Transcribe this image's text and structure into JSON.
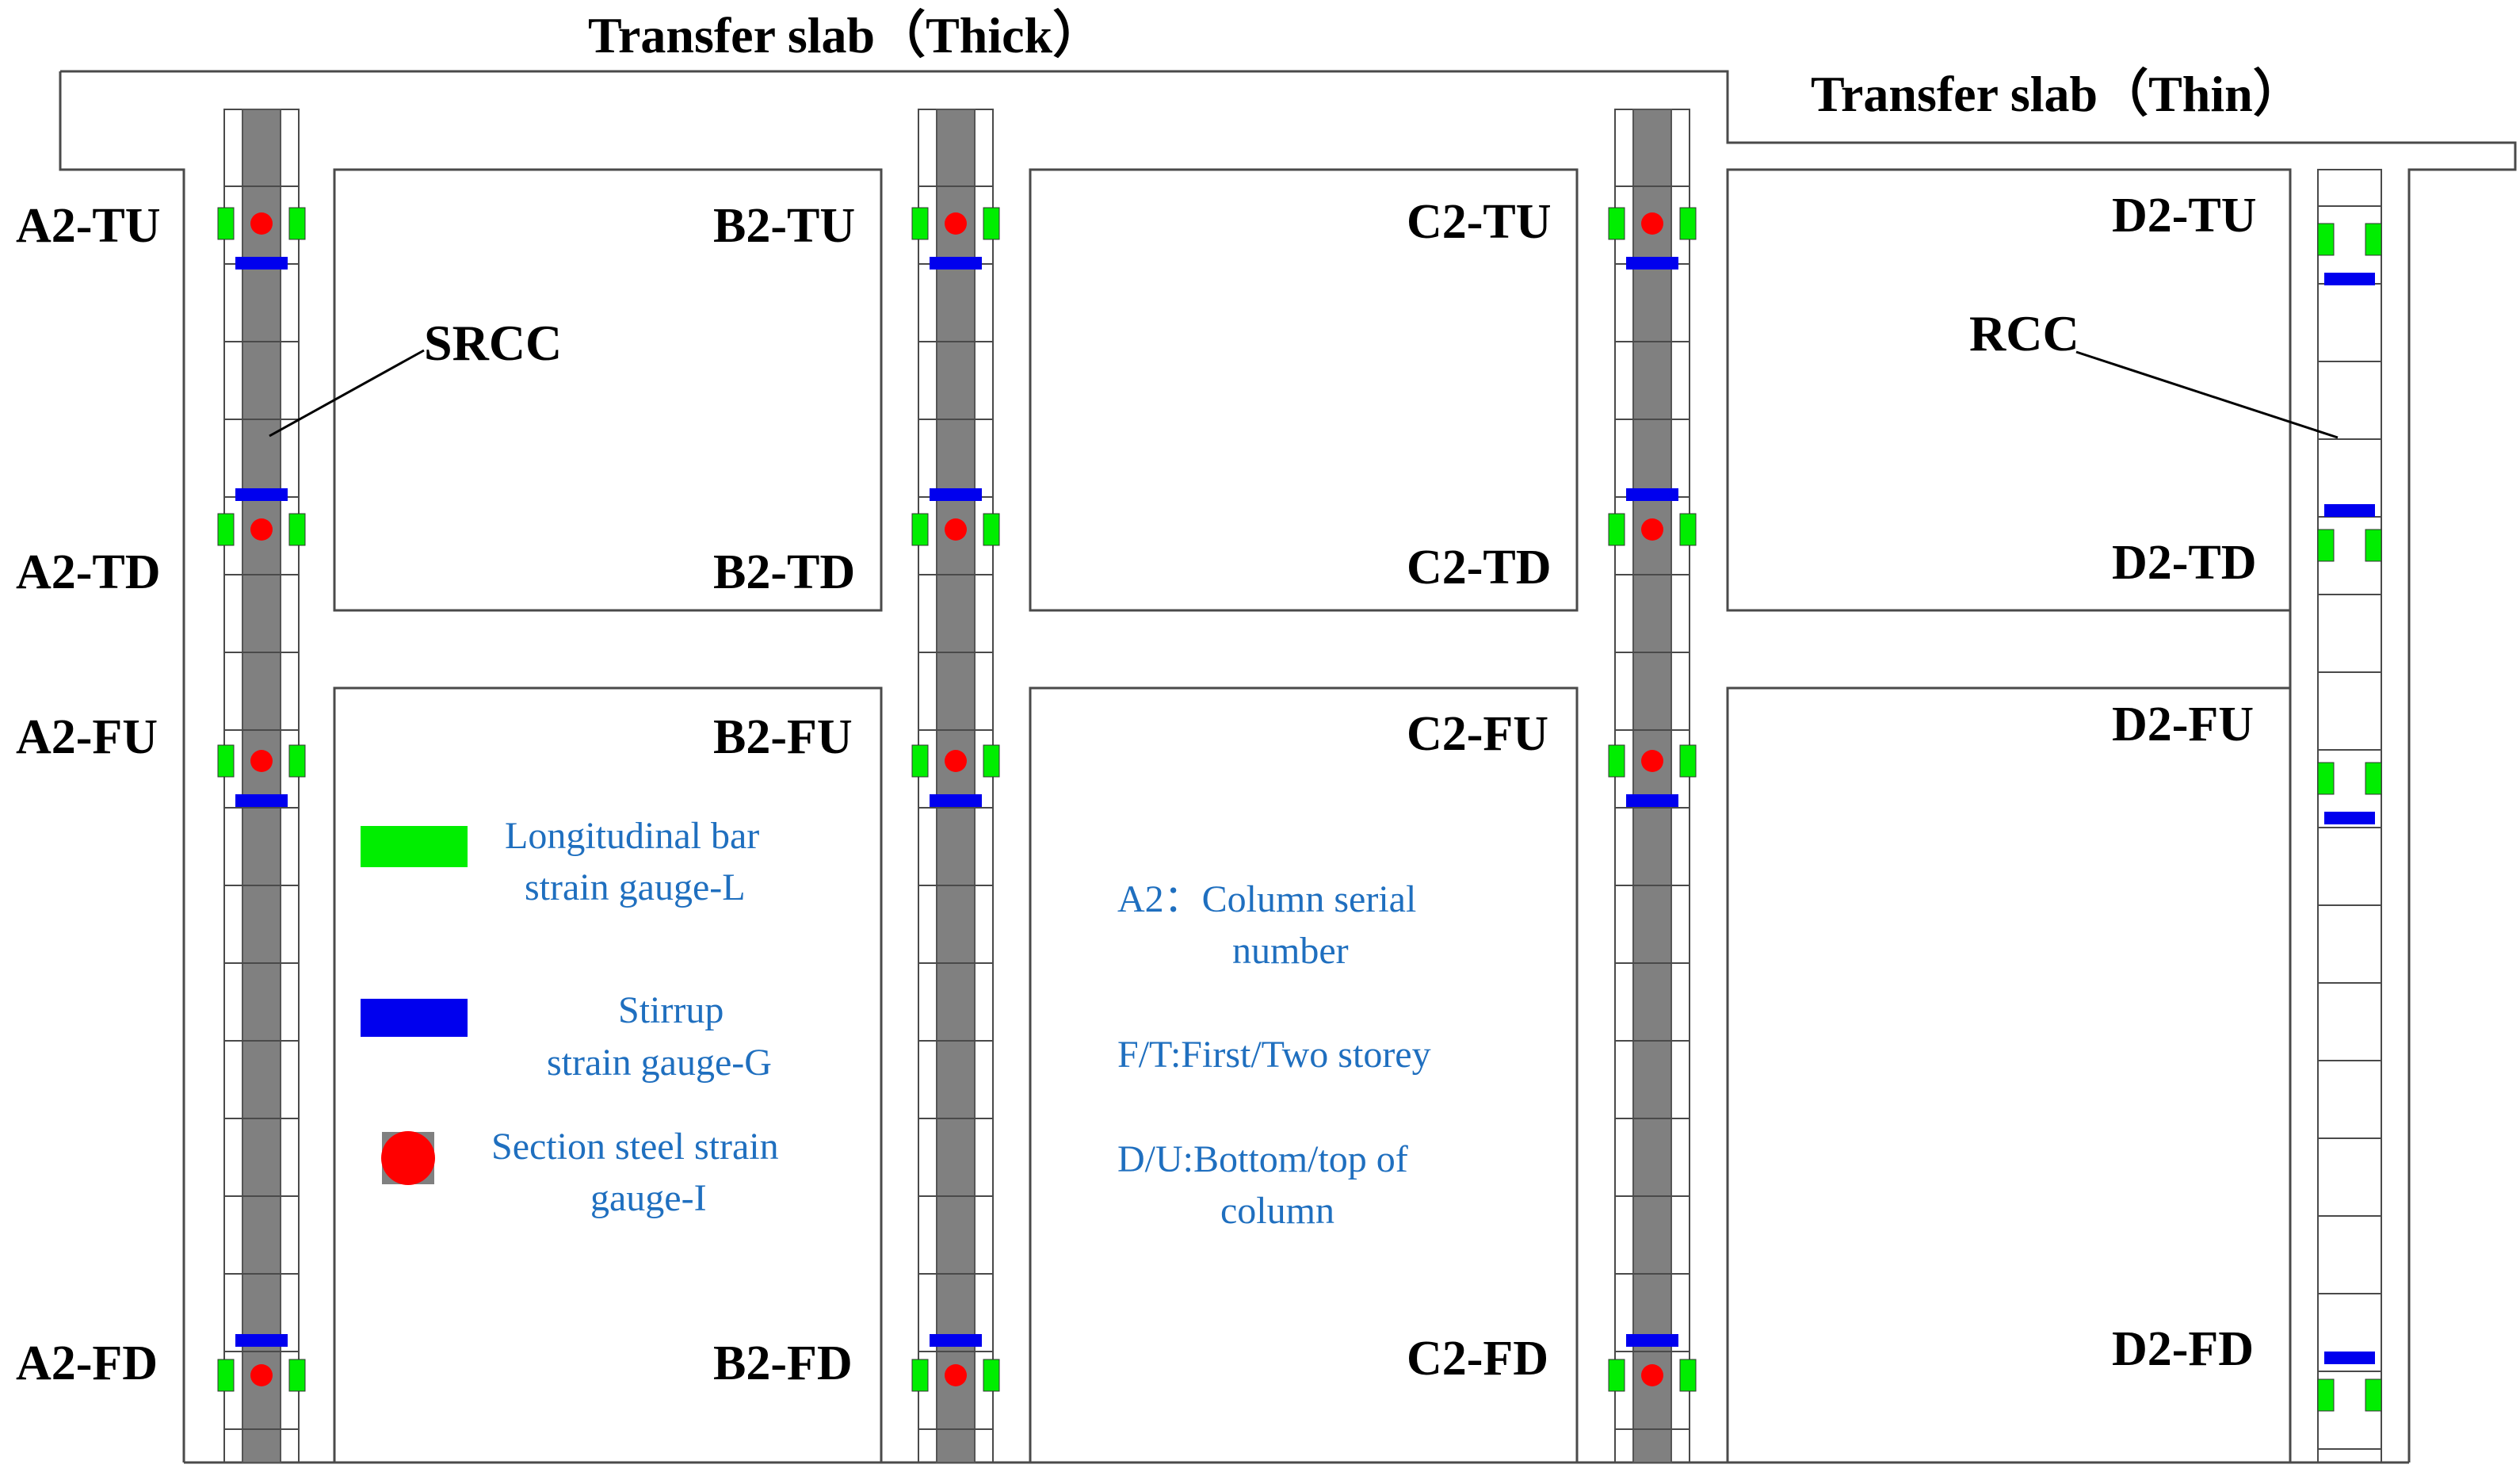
{
  "slab_thick_title": "Transfer slab（Thick）",
  "slab_thin_title": "Transfer slab（Thin）",
  "srcc_label": "SRCC",
  "rcc_label": "RCC",
  "columns": [
    {
      "id": "A2",
      "labels": {
        "TU": "A2-TU",
        "TD": "A2-TD",
        "FU": "A2-FU",
        "FD": "A2-FD"
      }
    },
    {
      "id": "B2",
      "labels": {
        "TU": "B2-TU",
        "TD": "B2-TD",
        "FU": "B2-FU",
        "FD": "B2-FD"
      }
    },
    {
      "id": "C2",
      "labels": {
        "TU": "C2-TU",
        "TD": "C2-TD",
        "FU": "C2-FU",
        "FD": "C2-FD"
      }
    },
    {
      "id": "D2",
      "labels": {
        "TU": "D2-TU",
        "TD": "D2-TD",
        "FU": "D2-FU",
        "FD": "D2-FD"
      }
    }
  ],
  "legend": {
    "longitudinal": {
      "line1": "Longitudinal bar",
      "line2": "strain gauge-L",
      "color": "#00ee00"
    },
    "stirrup": {
      "line1": "Stirrup",
      "line2": "strain gauge-G",
      "color": "#0000ee"
    },
    "section": {
      "line1": "Section steel strain",
      "line2": "gauge-I",
      "color": "#ff0000"
    }
  },
  "notes": {
    "serial_line1": "A2：Column serial",
    "serial_line2": "number",
    "storey": "F/T:First/Two storey",
    "position_line1": "D/U:Bottom/top of",
    "position_line2": "column"
  }
}
